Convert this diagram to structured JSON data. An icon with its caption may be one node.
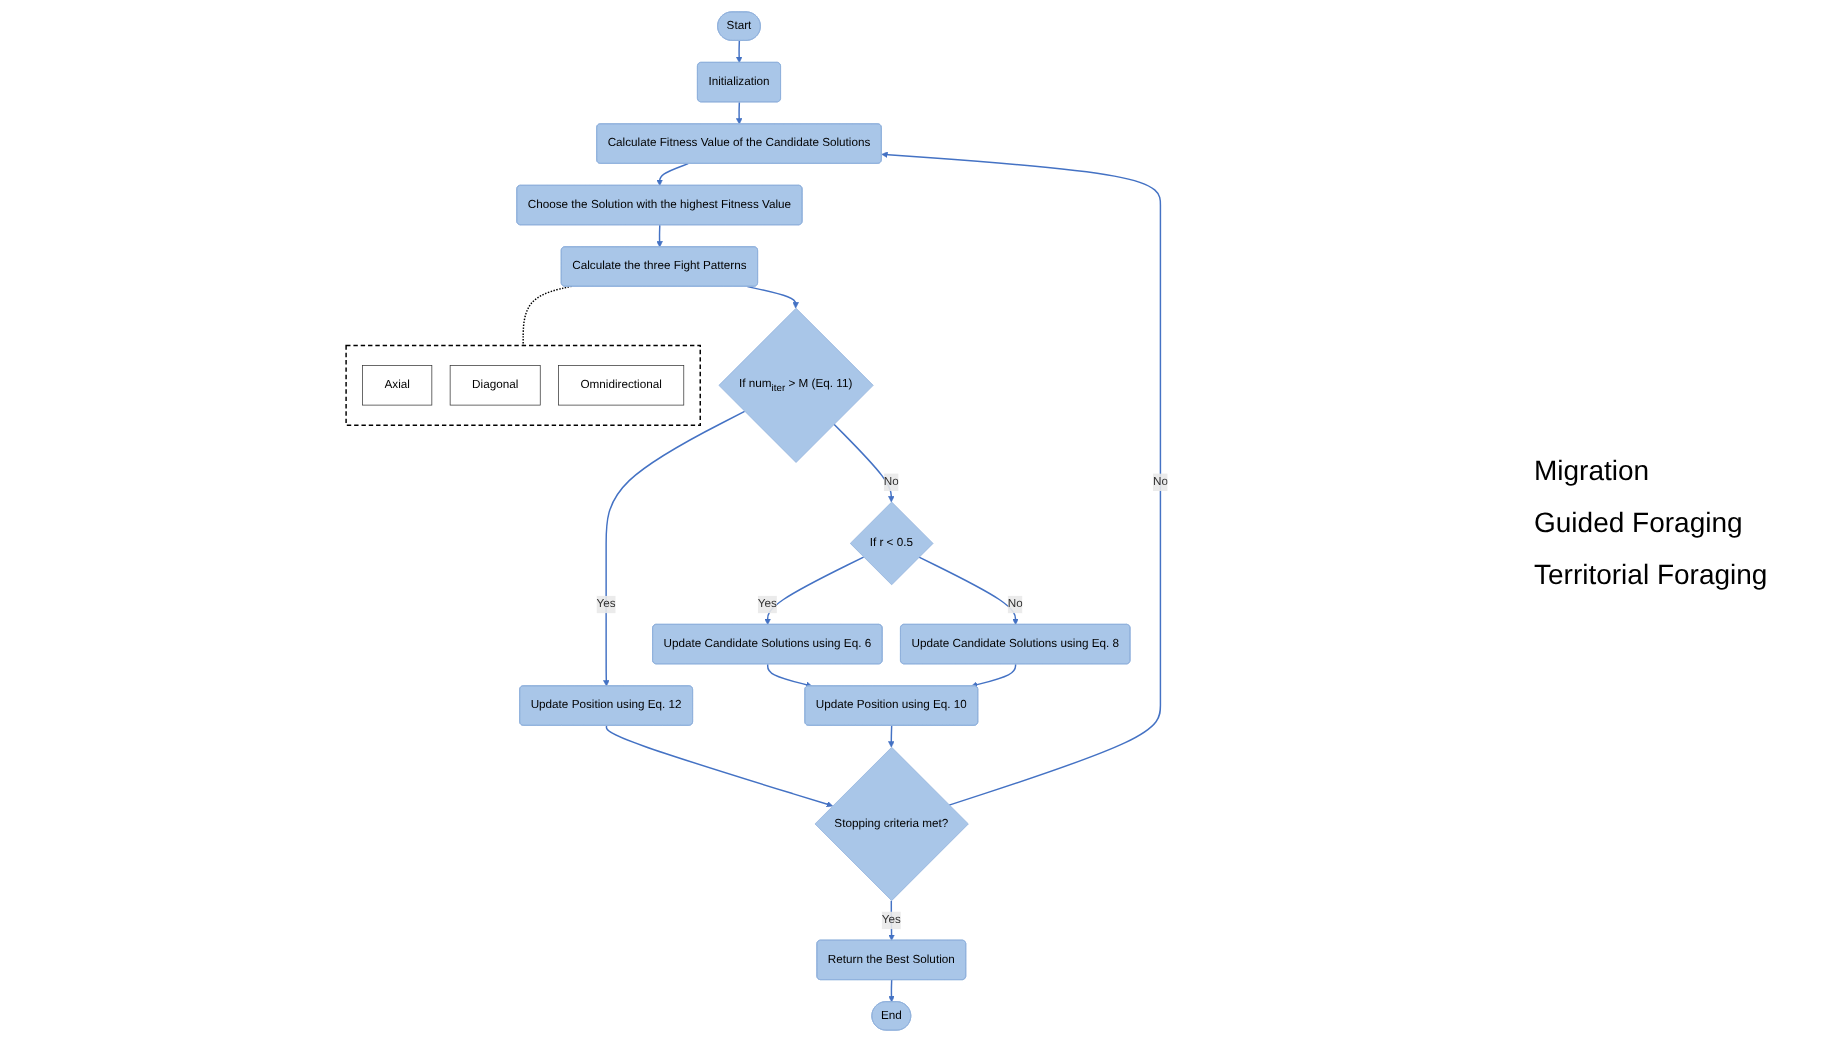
{
  "diagram": {
    "nodes": [
      {
        "text": [
          "Start"
        ]
      },
      {
        "text": [
          "Initialization"
        ]
      },
      {
        "text": [
          "Calculate Fitness Value of the Candidate Solutions"
        ]
      },
      {
        "text": [
          "Choose the Solution with the highest Fitness Value"
        ]
      },
      {
        "text": [
          "Calculate the three Fight Patterns"
        ]
      },
      {
        "text": [],
        "shape": "box"
      },
      {
        "text": [
          "Axial"
        ],
        "in": 5
      },
      {
        "text": [
          "Diagonal"
        ],
        "in": 5
      },
      {
        "text": [
          "Omnidirectional"
        ],
        "in": 5
      },
      {
        "text": [
          "If num$_{iter}$ > M (Eq. 11)"
        ]
      },
      {
        "text": [
          "Update Position using Eq. 12"
        ]
      },
      {
        "text": [
          "If r < 0.5"
        ]
      },
      {
        "text": [
          "Update Candidate Solutions using Eq. 6"
        ]
      },
      {
        "text": [
          "Update Candidate Solutions using Eq. 8"
        ]
      },
      {
        "text": [
          "Update Position using Eq. 10"
        ]
      },
      {
        "text": [
          "Stopping criteria met?"
        ]
      },
      {
        "text": [
          "Return the Best Solution"
        ]
      },
      {
        "text": [
          "End"
        ]
      }
    ],
    "edges": [
      {
        "from": 0,
        "to": 1,
        "arrow": "to"
      },
      {
        "from": 1,
        "to": 2,
        "arrow": "to"
      },
      {
        "from": 2,
        "to": 3,
        "arrow": "to"
      },
      {
        "from": 3,
        "to": 4,
        "arrow": "to"
      },
      {
        "from": 4,
        "to": 5,
        "arrow": "none",
        "style": "dashed",
        "color": "#000000"
      },
      {
        "from": 4,
        "to": 9,
        "arrow": "to"
      },
      {
        "from": 9,
        "to": 10,
        "arrow": "to",
        "label": "Yes"
      },
      {
        "from": 9,
        "to": 11,
        "arrow": "to",
        "label": "No"
      },
      {
        "from": 11,
        "to": 12,
        "arrow": "to",
        "label": "Yes"
      },
      {
        "from": 11,
        "to": 13,
        "arrow": "to",
        "label": "No"
      },
      {
        "from": 12,
        "to": 14,
        "arrow": "to"
      },
      {
        "from": 13,
        "to": 14,
        "arrow": "to"
      },
      {
        "from": 10,
        "to": 15,
        "arrow": "to"
      },
      {
        "from": 14,
        "to": 15,
        "arrow": "to"
      },
      {
        "from": 15,
        "to": 2,
        "arrow": "to",
        "label": "No"
      },
      {
        "from": 15,
        "to": 16,
        "arrow": "to",
        "label": "Yes"
      },
      {
        "from": 16,
        "to": 17,
        "arrow": "to"
      }
    ],
    "labels": [
      "Migration",
      "Guided Foraging",
      "Territorial Foraging"
    ]
  }
}
